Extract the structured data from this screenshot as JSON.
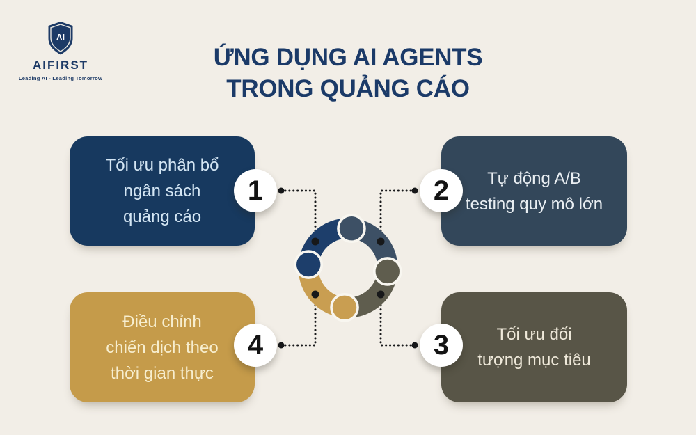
{
  "canvas": {
    "background": "#f2eee7"
  },
  "logo": {
    "brand": "AIFIRST",
    "tagline": "Leading AI - Leading Tomorrow",
    "monogram": "ΛI",
    "shield_color": "#1d3a66",
    "text_color": "#1d3a66"
  },
  "title": {
    "line1": "ỨNG DỤNG AI AGENTS",
    "line2": "TRONG QUẢNG CÁO",
    "color": "#1b3a68"
  },
  "items": [
    {
      "number": "1",
      "position": "top-left",
      "lines": [
        "Tối ưu phân bổ",
        "ngân sách",
        "quảng cáo"
      ],
      "card_color": "#17395f",
      "text_color": "#d4e6f4"
    },
    {
      "number": "2",
      "position": "top-right",
      "lines": [
        "Tự động A/B",
        "testing quy mô lớn"
      ],
      "card_color": "#33475a",
      "text_color": "#e9eef2"
    },
    {
      "number": "3",
      "position": "bottom-right",
      "lines": [
        "Tối ưu đối",
        "tượng mục tiêu"
      ],
      "card_color": "#585547",
      "text_color": "#efe9da"
    },
    {
      "number": "4",
      "position": "bottom-left",
      "lines": [
        "Điều chỉnh",
        "chiến dịch theo",
        "thời gian thực"
      ],
      "card_color": "#c59b4a",
      "text_color": "#f7eecf"
    }
  ],
  "donut": {
    "segments": [
      {
        "name": "navy",
        "color": "#1d3e6b"
      },
      {
        "name": "slate",
        "color": "#3d5065"
      },
      {
        "name": "olive",
        "color": "#5f5d4e"
      },
      {
        "name": "gold",
        "color": "#c99e51"
      }
    ],
    "separator_color": "#f8f6f0",
    "connector_color": "#17181a"
  }
}
